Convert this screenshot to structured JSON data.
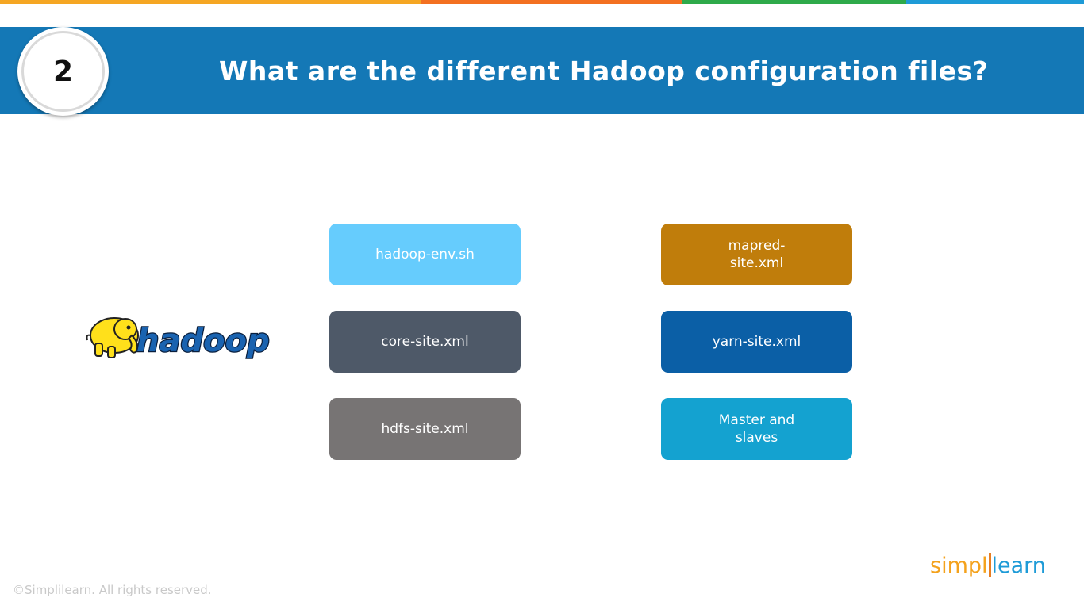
{
  "header": {
    "number": "2",
    "title": "What are the different Hadoop configuration files?"
  },
  "logo": {
    "name": "hadoop",
    "icon": "hadoop-elephant-icon"
  },
  "config_files": [
    {
      "label": "hadoop-env.sh",
      "color": "#66ccfd"
    },
    {
      "label": "core-site.xml",
      "color": "#4e5968"
    },
    {
      "label": "hdfs-site.xml",
      "color": "#777474"
    },
    {
      "label": "mapred-site.xml",
      "color": "#c07d0b"
    },
    {
      "label": "yarn-site.xml",
      "color": "#0b5fa6"
    },
    {
      "label": "Master and slaves",
      "color": "#14a2d0"
    }
  ],
  "brand": {
    "part1": "simpl",
    "part2": "learn",
    "accent": "#f4a21c",
    "blue": "#1e9bd7"
  },
  "footer": {
    "copyright": "©Simplilearn. All rights reserved."
  },
  "colors": {
    "header_band": "#1478b6",
    "strip": [
      "#f5a623",
      "#f37021",
      "#2eaa4a",
      "#1e9bd7"
    ]
  }
}
